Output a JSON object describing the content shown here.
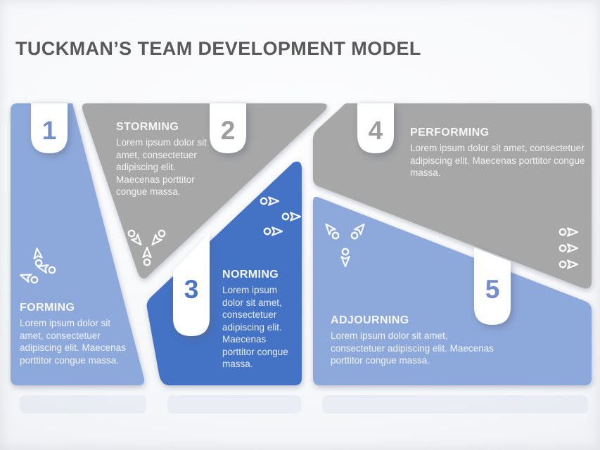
{
  "title": "TUCKMAN’S TEAM DEVELOPMENT MODEL",
  "stages": [
    {
      "number": "1",
      "name": "FORMING",
      "description": "Lorem ipsum dolor sit amet, consectetuer adipiscing elit. Maecenas porttitor congue massa."
    },
    {
      "number": "2",
      "name": "STORMING",
      "description": "Lorem ipsum dolor sit amet, consectetuer adipiscing elit. Maecenas porttitor congue massa."
    },
    {
      "number": "3",
      "name": "NORMING",
      "description": "Lorem ipsum dolor sit amet, consectetuer adipiscing elit. Maecenas porttitor congue massa."
    },
    {
      "number": "4",
      "name": "PERFORMING",
      "description": "Lorem ipsum dolor sit amet, consectetuer adipiscing elit. Maecenas porttitor congue massa."
    },
    {
      "number": "5",
      "name": "ADJOURNING",
      "description": "Lorem ipsum dolor sit amet, consectetuer adipiscing elit. Maecenas porttitor congue massa."
    }
  ],
  "icons": {
    "arrow_cluster": "arrow-with-circle-tail",
    "forming_arrows": "three arrows drifting left/up",
    "storming_arrows": "three arrows converging inward",
    "norming_arrows": "three arrows pointing right, staggered",
    "performing_arrows": "three arrows pointing right, stacked",
    "adjourning_arrows": "three arrows diverging outward"
  },
  "colors": {
    "light_blue": "#8DA9DC",
    "dark_blue": "#4472C4",
    "gray": "#A7A7A7",
    "title_text": "#595959",
    "number_blue": "#748CC9",
    "number_dark_blue": "#4A74C6",
    "number_gray": "#9D9D9D",
    "body_text": "#FFFFFF",
    "background": "#F7F8FA"
  }
}
